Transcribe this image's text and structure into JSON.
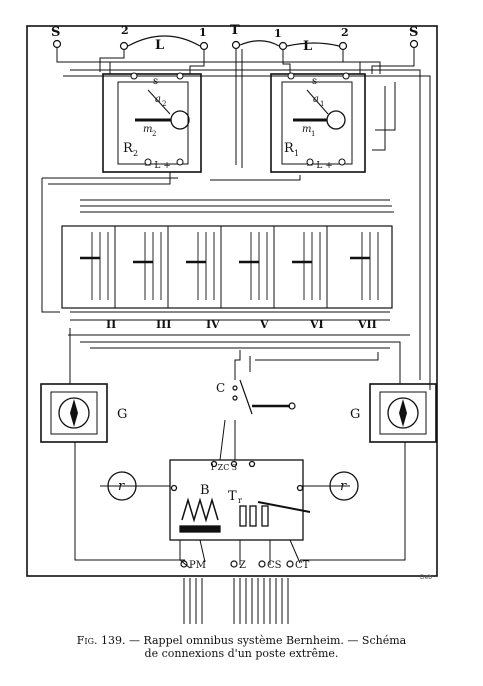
{
  "top_terminals": {
    "s_left": "S",
    "n2_left": "2",
    "l_left": "L",
    "n1_left": "1",
    "t": "T",
    "n1_right": "1",
    "l_right": "L",
    "n2_right": "2",
    "s_right": "S"
  },
  "relays": {
    "left": {
      "s": "s",
      "a": "a",
      "a_sub": "2",
      "m": "m",
      "m_sub": "2",
      "r": "R",
      "r_sub": "2",
      "polarity": "− L +"
    },
    "right": {
      "s": "s",
      "a": "a",
      "a_sub": "1",
      "m": "m",
      "m_sub": "1",
      "r": "R",
      "r_sub": "1",
      "polarity": "− L +"
    }
  },
  "switch_bank_labels": [
    "II",
    "III",
    "IV",
    "V",
    "VI",
    "VII"
  ],
  "c_label": "C",
  "galvanometer_label": "G",
  "r_label": "r",
  "box_terminals": "1 ZC 3",
  "b_label": "B",
  "tr_label": "T",
  "tr_sub": "r",
  "bottom_terminals": [
    "PM",
    "Z",
    "CS",
    "CT"
  ],
  "signature": "Deb",
  "caption": {
    "fig": "Fig. 139.",
    "line1": "— Rappel omnibus système Bernheim. — Schéma",
    "line2": "de connexions d'un poste extrême."
  }
}
